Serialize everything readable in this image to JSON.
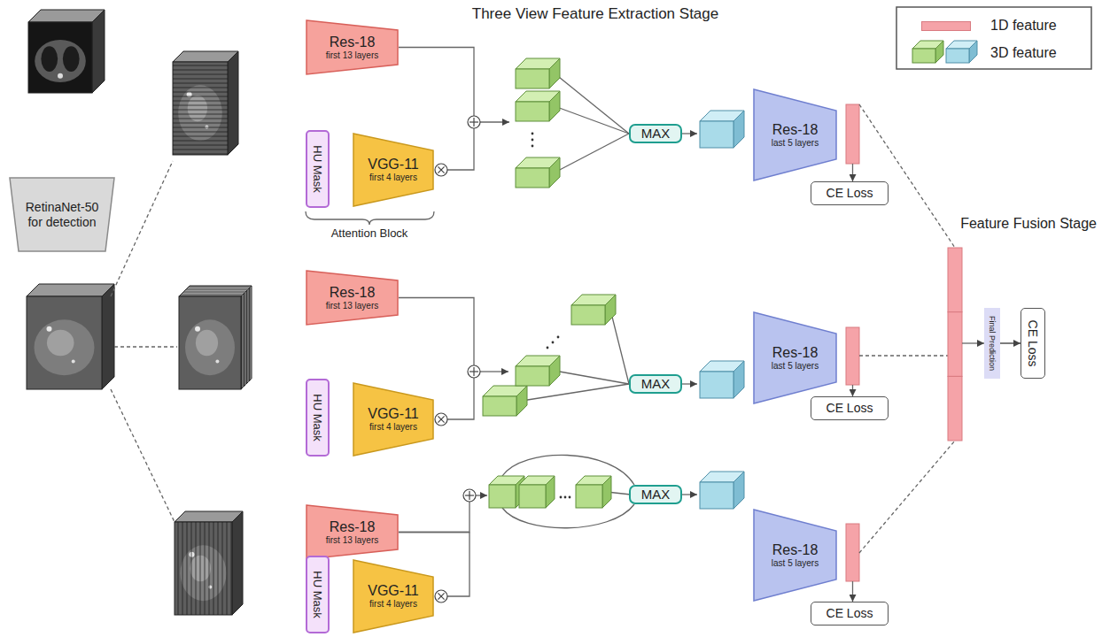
{
  "diagram": {
    "title": "Three View Feature Extraction Stage",
    "nodes": [
      {
        "text": [
          "RetinaNet-50 for detection"
        ]
      },
      {
        "text": [
          "Res-18",
          "first 13 layers"
        ]
      },
      {
        "text": [
          "HU Mask"
        ]
      },
      {
        "text": [
          "VGG-11",
          "first 4 layers"
        ]
      },
      {
        "text": [
          "MAX"
        ]
      },
      {
        "text": [
          "Res-18",
          "last 5 layers"
        ]
      },
      {
        "text": [
          "CE Loss"
        ]
      },
      {
        "text": [
          "Res-18",
          "first 13 layers"
        ]
      },
      {
        "text": [
          "HU Mask"
        ]
      },
      {
        "text": [
          "VGG-11",
          "first 4 layers"
        ]
      },
      {
        "text": [
          "MAX"
        ]
      },
      {
        "text": [
          "Res-18",
          "last 5 layers"
        ]
      },
      {
        "text": [
          "CE Loss"
        ]
      },
      {
        "text": [
          "Res-18",
          "first 13 layers"
        ]
      },
      {
        "text": [
          "HU Mask"
        ]
      },
      {
        "text": [
          "VGG-11",
          "first 4 layers"
        ]
      },
      {
        "text": [
          "MAX"
        ]
      },
      {
        "text": [
          "Res-18",
          "last 5 layers"
        ]
      },
      {
        "text": [
          "CE Loss"
        ]
      },
      {
        "text": [
          "Final Prediction"
        ]
      },
      {
        "text": [
          "CE Loss"
        ]
      }
    ],
    "edges": [
      {
        "from": 19,
        "to": 20,
        "arrow": "to"
      }
    ],
    "labels": [
      "Attention Block",
      "Feature Fusion Stage"
    ],
    "legend": [
      {
        "text": "1D feature",
        "color": "#f5a3a8"
      },
      {
        "text": "3D feature"
      }
    ]
  }
}
